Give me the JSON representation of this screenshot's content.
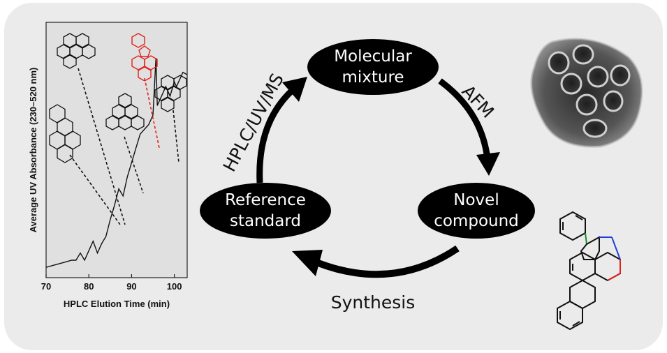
{
  "colors": {
    "background_panel": "#ebebeb",
    "plot_bg": "#e0e0e0",
    "node_fill": "#000000",
    "node_text": "#ffffff",
    "highlight_red": "#e0201c",
    "bond_green": "#1a8a2a",
    "bond_blue": "#1f3fd6"
  },
  "cycle": {
    "nodes": {
      "molecular_mixture": [
        "Molecular",
        "mixture"
      ],
      "novel_compound": [
        "Novel",
        "compound"
      ],
      "reference_standard": [
        "Reference",
        "standard"
      ]
    },
    "edges": {
      "afm": "AFM",
      "synthesis": "Synthesis",
      "hplc_uv_ms": "HPLC/UV/MS"
    }
  },
  "chart_data": {
    "type": "line",
    "xlabel": "HPLC Elution Time (min)",
    "ylabel": "Average UV Absorbance (230–520 nm)",
    "xlim": [
      70,
      103
    ],
    "xticks": [
      70,
      80,
      90,
      100
    ],
    "x": [
      70,
      72,
      74,
      76,
      77,
      78,
      79,
      80,
      81,
      82,
      83,
      84,
      85,
      86,
      87,
      88,
      89,
      90,
      91,
      92,
      93,
      94,
      95,
      95.7,
      96,
      97,
      98,
      99,
      100,
      100.5,
      101,
      102,
      103
    ],
    "y": [
      0.02,
      0.03,
      0.04,
      0.05,
      0.05,
      0.08,
      0.05,
      0.09,
      0.13,
      0.08,
      0.12,
      0.15,
      0.22,
      0.28,
      0.35,
      0.32,
      0.4,
      0.46,
      0.52,
      0.58,
      0.6,
      0.62,
      0.66,
      0.9,
      0.7,
      0.74,
      0.78,
      0.74,
      0.8,
      0.78,
      0.8,
      0.84,
      0.83
    ]
  },
  "icons": {
    "afm_image": "afm-molecule-image",
    "structure": "polycyclic-aromatic-structure"
  }
}
